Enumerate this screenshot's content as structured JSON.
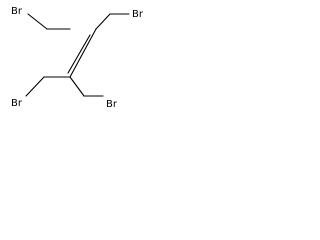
{
  "molecule": {
    "atoms": {
      "br_top_left": "Br",
      "br_top_right": "Br",
      "br_bottom_left": "Br",
      "br_bottom_right": "Br"
    }
  }
}
